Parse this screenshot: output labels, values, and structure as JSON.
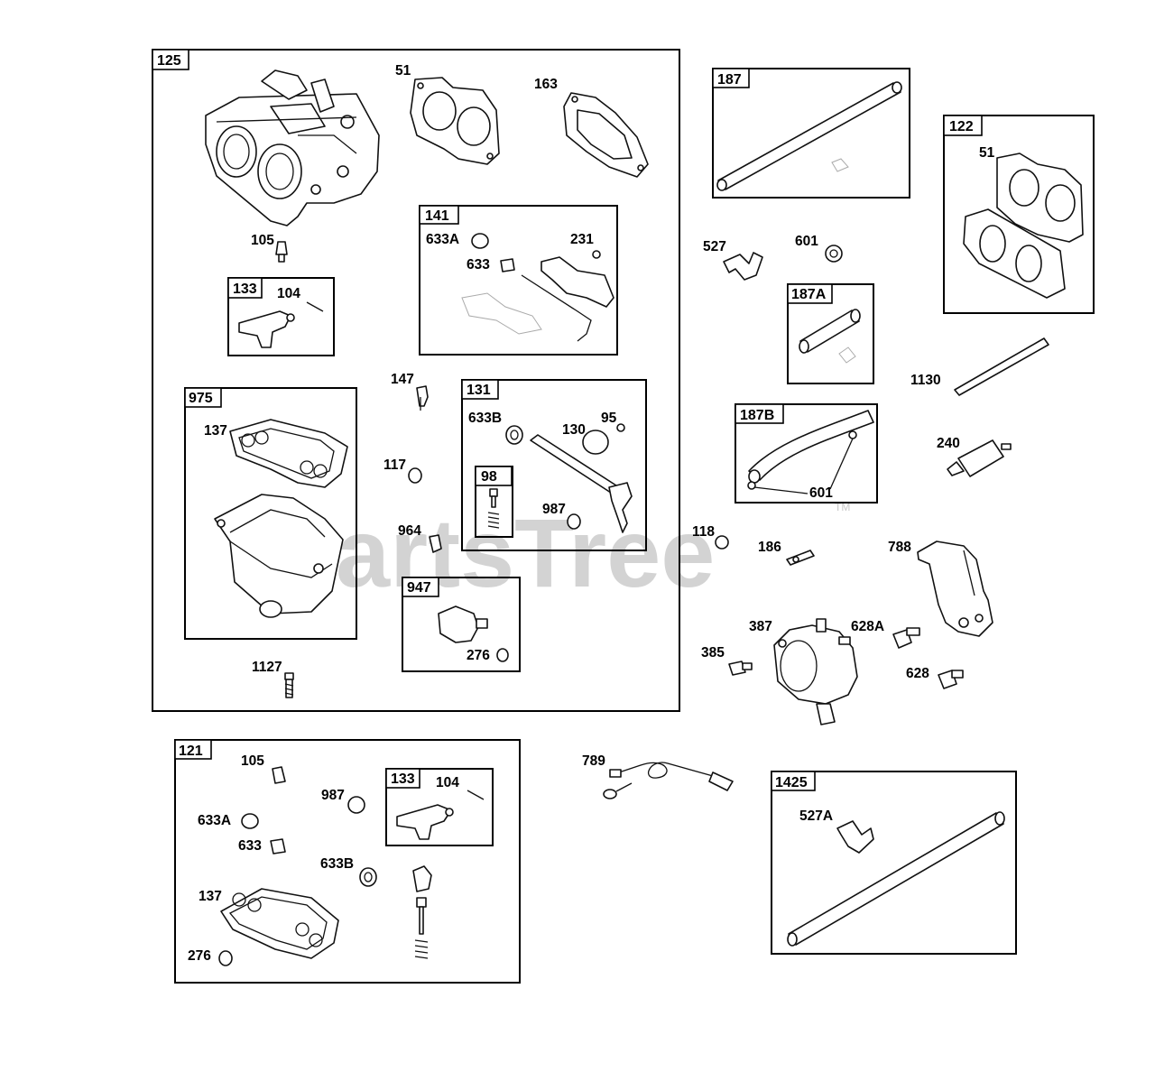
{
  "watermark": {
    "text": "PartsTree",
    "trademark": "TM"
  },
  "groups": [
    {
      "id": "125",
      "items": [
        "51",
        "163",
        "105",
        "104",
        "1127",
        "147",
        "117",
        "964"
      ]
    },
    {
      "id": "141",
      "items": [
        "633A",
        "633",
        "231"
      ]
    },
    {
      "id": "133",
      "items": [
        "104"
      ]
    },
    {
      "id": "975",
      "items": [
        "137"
      ]
    },
    {
      "id": "131",
      "items": [
        "633B",
        "130",
        "95",
        "987"
      ]
    },
    {
      "id": "98",
      "items": []
    },
    {
      "id": "947",
      "items": [
        "276"
      ]
    },
    {
      "id": "187",
      "items": []
    },
    {
      "id": "122",
      "items": [
        "51"
      ]
    },
    {
      "id": "187A",
      "items": []
    },
    {
      "id": "187B",
      "items": [
        "601"
      ]
    },
    {
      "id": "121",
      "items": [
        "105",
        "987",
        "633A",
        "633",
        "633B",
        "137",
        "276"
      ]
    },
    {
      "id": "1425",
      "items": [
        "527A"
      ]
    }
  ],
  "labels": {
    "g125": "125",
    "g141": "141",
    "g133a": "133",
    "g975": "975",
    "g131": "131",
    "g98": "98",
    "g947": "947",
    "g187": "187",
    "g122": "122",
    "g187a": "187A",
    "g187b": "187B",
    "g121": "121",
    "g133b": "133",
    "g1425": "1425",
    "p51a": "51",
    "p163": "163",
    "p105a": "105",
    "p104a": "104",
    "p633a1": "633A",
    "p633_1": "633",
    "p231": "231",
    "p147": "147",
    "p137a": "137",
    "p633b1": "633B",
    "p130": "130",
    "p95": "95",
    "p117": "117",
    "p987a": "987",
    "p964": "964",
    "p276a": "276",
    "p1127": "1127",
    "p51b": "51",
    "p527": "527",
    "p601a": "601",
    "p1130": "1130",
    "p601b": "601",
    "p240": "240",
    "p118": "118",
    "p186": "186",
    "p788": "788",
    "p387": "387",
    "p628a": "628A",
    "p385": "385",
    "p628": "628",
    "p105b": "105",
    "p987b": "987",
    "p104b": "104",
    "p633a2": "633A",
    "p633_2": "633",
    "p633b2": "633B",
    "p137b": "137",
    "p276b": "276",
    "p789": "789",
    "p527a": "527A"
  }
}
